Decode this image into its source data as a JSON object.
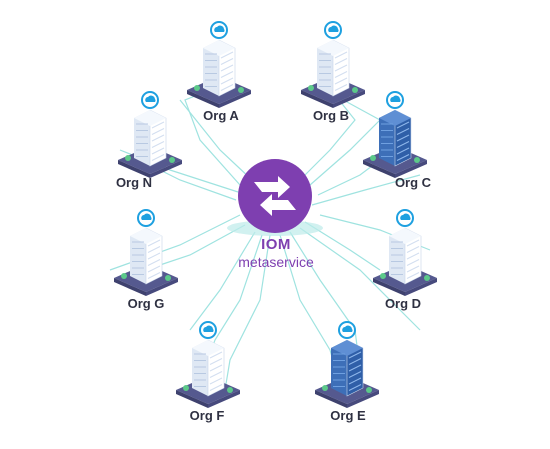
{
  "hub": {
    "title": "IOM",
    "subtitle": "metaservice",
    "icon": "swap-arrows-icon",
    "color": "#7e3fb0"
  },
  "orgs": [
    {
      "id": "a",
      "label": "Org A",
      "style": "tall-light"
    },
    {
      "id": "b",
      "label": "Org B",
      "style": "tall-light"
    },
    {
      "id": "c",
      "label": "Org C",
      "style": "dark-blue"
    },
    {
      "id": "d",
      "label": "Org D",
      "style": "tall-light"
    },
    {
      "id": "e",
      "label": "Org E",
      "style": "dark-blue"
    },
    {
      "id": "f",
      "label": "Org F",
      "style": "tall-light"
    },
    {
      "id": "g",
      "label": "Org G",
      "style": "tall-light"
    },
    {
      "id": "n",
      "label": "Org N",
      "style": "tall-light"
    }
  ],
  "colors": {
    "connection_line": "#9fe3e0",
    "platform": "#55598f",
    "building": "#eef3fa",
    "building_dark": "#2f5fa8",
    "badge": "#1ea0e0",
    "label": "#2f3142"
  },
  "icons": {
    "building": "office-building-icon",
    "badge": "cloud-badge-icon"
  }
}
